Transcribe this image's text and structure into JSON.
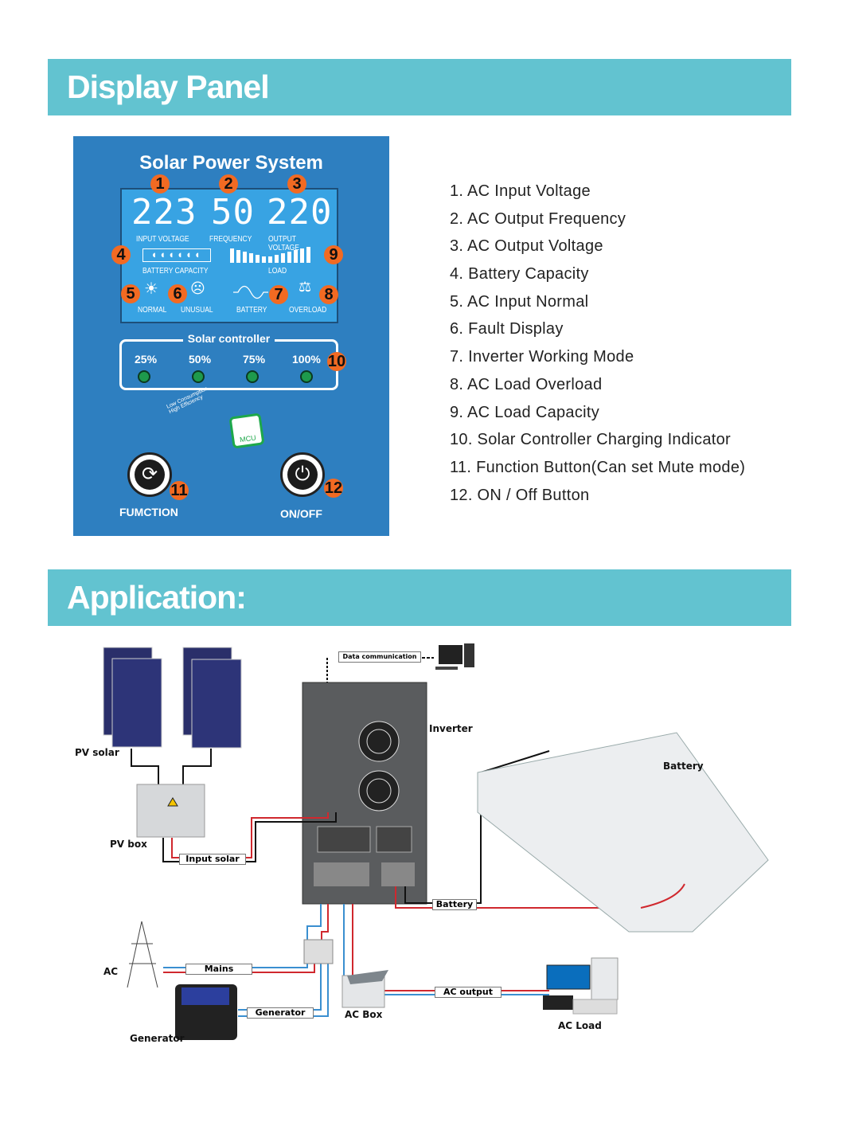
{
  "display_section": {
    "title": "Display Panel"
  },
  "panel": {
    "title": "Solar Power System",
    "input_voltage": "223",
    "frequency": "50",
    "output_voltage": "220",
    "labels": {
      "input_voltage": "INPUT VOLTAGE",
      "frequency": "FREQUENCY",
      "output_voltage": "OUTPUT VOLTAGE",
      "battery_capacity": "BATTERY CAPACITY",
      "load": "LOAD",
      "normal": "NORMAL",
      "unusual": "UNUSUAL",
      "battery": "BATTERY",
      "overload": "OVERLOAD"
    },
    "badges": [
      "1",
      "2",
      "3",
      "4",
      "5",
      "6",
      "7",
      "8",
      "9",
      "10",
      "11",
      "12"
    ],
    "solar_controller": {
      "title": "Solar controller",
      "levels": [
        "25%",
        "50%",
        "75%",
        "100%"
      ]
    },
    "mcu_logo": {
      "text": "MCU",
      "tagline": "Low Consumption High Efficiency"
    },
    "function_button": "FUMCTION",
    "power_button": "ON/OFF",
    "colors": {
      "panel": "#2e7fc0",
      "lcd": "#38a3e3",
      "badge": "#f26a22",
      "led": "#1e9a4c"
    }
  },
  "legend": [
    "1.   AC Input Voltage",
    "2.   AC Output Frequency",
    "3.   AC Output Voltage",
    "4.   Battery Capacity",
    "5.   AC Input Normal",
    "6.   Fault Display",
    "7.   Inverter Working Mode",
    "8.   AC Load Overload",
    "9.   AC Load Capacity",
    "10. Solar Controller Charging Indicator",
    "11. Function Button(Can set Mute mode)",
    "12. ON / Off  Button"
  ],
  "application_section": {
    "title": "Application:"
  },
  "diagram": {
    "pv_solar": "PV solar",
    "pv_box": "PV box",
    "input_solar": "Input solar",
    "data_communication": "Data communication",
    "inverter": "Inverter",
    "battery_label": "Battery",
    "battery_box": "Battery",
    "ac": "AC",
    "mains": "Mains",
    "generator_box": "Generator",
    "generator_label": "Generator",
    "ac_box": "AC Box",
    "ac_output": "AC output",
    "ac_load": "AC Load",
    "colors": {
      "header": "#62c3d0",
      "live_wire": "#d0282e",
      "neutral_wire": "#3a8fd0",
      "dc_neg": "#111111"
    }
  }
}
